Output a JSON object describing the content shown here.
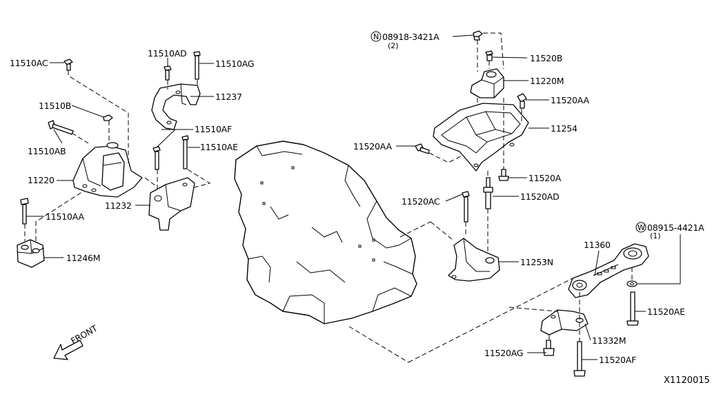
{
  "part_labels": {
    "p11510AC": "11510AC",
    "p11510AD": "11510AD",
    "p11510AG": "11510AG",
    "p11237": "11237",
    "p11510B": "11510B",
    "p11510AB": "11510AB",
    "p11220": "11220",
    "p11510AF": "11510AF",
    "p11510AE": "11510AE",
    "p11232": "11232",
    "p11510AA": "11510AA",
    "p11246M": "11246M",
    "p08918": "08918-3421A",
    "p08918_qty": "(2)",
    "p08918_sym": "N",
    "p11520B": "11520B",
    "p11220M": "11220M",
    "p11520AA_r": "11520AA",
    "p11254": "11254",
    "p11520AA_l": "11520AA",
    "p11520A": "11520A",
    "p11520AC": "11520AC",
    "p11520AD": "11520AD",
    "p08915": "08915-4421A",
    "p08915_qty": "(1)",
    "p08915_sym": "W",
    "p11360": "11360",
    "p11253N": "11253N",
    "p11520AE": "11520AE",
    "p11332M": "11332M",
    "p11520AG": "11520AG",
    "p11520AF": "11520AF"
  },
  "front_label": "FRONT",
  "diagram_ref": "X1120015"
}
